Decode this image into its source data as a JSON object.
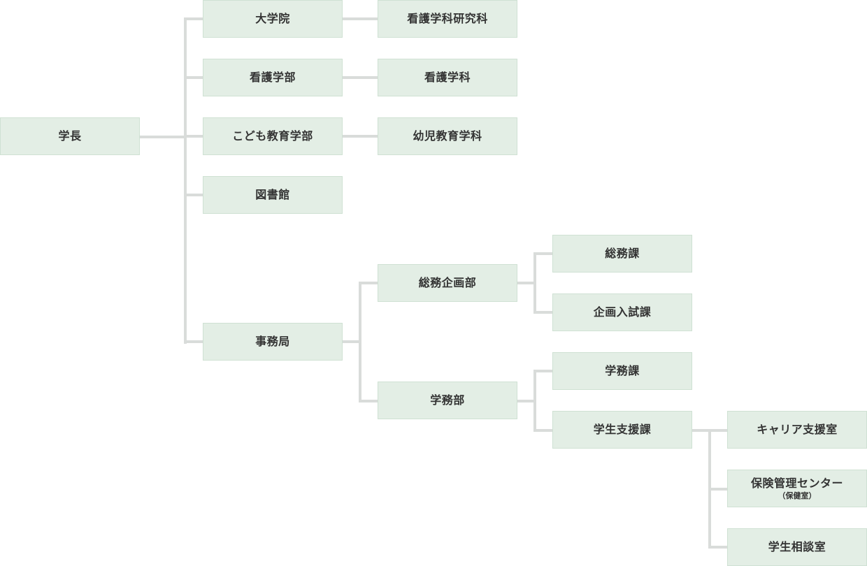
{
  "org_chart": {
    "president": "学長",
    "graduate_school": "大学院",
    "nursing_graduate_course": "看護学科研究科",
    "faculty_of_nursing": "看護学部",
    "nursing_department": "看護学科",
    "faculty_of_child_education": "こども教育学部",
    "early_childhood_department": "幼児教育学科",
    "library": "図書館",
    "secretariat": "事務局",
    "general_planning_division": "総務企画部",
    "general_affairs_section": "総務課",
    "planning_admissions_section": "企画入試課",
    "academic_affairs_division": "学務部",
    "academic_affairs_section": "学務課",
    "student_support_section": "学生支援課",
    "career_support_office": "キャリア支援室",
    "health_center": "保険管理センター",
    "health_center_note": "（保健室）",
    "student_counseling_office": "学生相談室"
  },
  "colors": {
    "box_fill": "#e3eee5",
    "box_border": "#cfe1d3",
    "connector": "#d9dcda",
    "text": "#333333"
  }
}
